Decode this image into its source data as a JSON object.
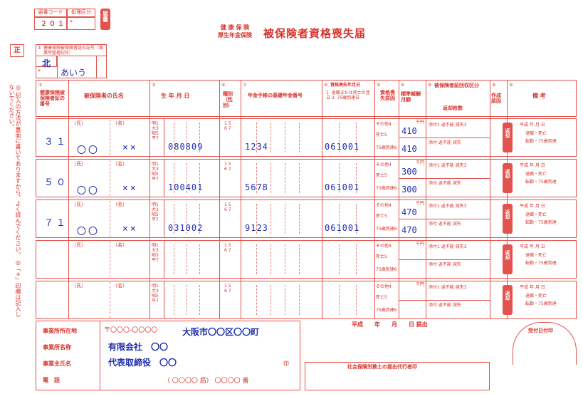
{
  "header": {
    "office_code_label": "届書コード",
    "process_label": "処理区分",
    "office_code_value": "２０１",
    "dot": "*",
    "stamp_label": "届書",
    "title_line1": "健 康 保 険",
    "title_line2": "厚生年金保険",
    "title_main": "被保険者資格喪失届",
    "correct_mark": "正"
  },
  "symbol_section": {
    "label": "健康保険被保険者証の記号（事業所整理記号）",
    "num": "①",
    "value_kanji": "北",
    "value_kana": "あいう",
    "asterisk": "*"
  },
  "columns": {
    "c2_num": "②",
    "c2_label": "健康保険被保険者証の番号",
    "c3_label": "被保険者の氏名",
    "c4_num": "③",
    "c4_label": "生 年 月 日",
    "c5_num": "④",
    "c5_label": "種別（性別）",
    "c6_num": "⑦",
    "c6_label": "年金手帳の基礎年金番号",
    "c7_num": "④",
    "c7_label": "資格喪失年月日",
    "c7_sub": "1. 退職または死亡の翌日 2. 75歳到達日",
    "c8_num": "⑤",
    "c8_label": "資格喪失原因",
    "c9_num": "⑥",
    "c9_label": "標準報酬月額",
    "c10_num": "⑧",
    "c10_label": "被保険者証回収区分",
    "c10_sub": "返却枚数",
    "c11_num": "⑨",
    "c11_label": "作成原因",
    "c12_num": "⑩",
    "c12_label": "備 考"
  },
  "row_labels": {
    "family": "（氏）",
    "given": "（名）",
    "era": "明1 大3 昭5 平7",
    "type": "1 5 6 7",
    "reason1": "その他4",
    "reason2": "死亡5",
    "reason3": "75歳到達6",
    "currency_k": "千円",
    "collect1": "添付1 返不能 減失3",
    "collect2": "添付 返不能 減失",
    "returned": "返却",
    "note_line1": "平成 年 月 日",
    "note_line2": "退職・死亡",
    "note_line3": "転勤・75歳到達"
  },
  "rows": [
    {
      "num": "３１",
      "family": "〇〇",
      "given": "××",
      "birth": "080809",
      "pension": "1234",
      "loss_date": "061001",
      "pay_top": "410",
      "pay_bottom": "410"
    },
    {
      "num": "５０",
      "family": "〇〇",
      "given": "××",
      "birth": "100401",
      "pension": "5678",
      "loss_date": "061001",
      "pay_top": "300",
      "pay_bottom": "300"
    },
    {
      "num": "７１",
      "family": "〇〇",
      "given": "××",
      "birth": "031002",
      "pension": "9123",
      "loss_date": "061001",
      "pay_top": "470",
      "pay_bottom": "470"
    },
    {
      "num": "",
      "family": "",
      "given": "",
      "birth": "",
      "pension": "",
      "loss_date": "",
      "pay_top": "",
      "pay_bottom": ""
    },
    {
      "num": "",
      "family": "",
      "given": "",
      "birth": "",
      "pension": "",
      "loss_date": "",
      "pay_top": "",
      "pay_bottom": ""
    }
  ],
  "side_note": "◎ 記入の方法が裏面に書いてありますから、よく読んでください。 ◎「＊」印欄は記入しないでください。",
  "footer": {
    "address_label": "事業所所在地",
    "name_label": "事業所名称",
    "owner_label": "事業主氏名",
    "phone_label": "電　話",
    "postal": "〒〇〇〇-〇〇〇〇",
    "address": "大阪市〇〇区〇〇町",
    "company": "有限会社　〇〇",
    "owner": "代表取締役　〇〇",
    "phone": "（ 〇〇〇〇 局） 〇〇〇〇 番",
    "seal": "印",
    "date_label": "平成　　年　　月　　日 提出",
    "received_label": "受付日付印",
    "agent_label": "社会保険労務士の提出代行者印"
  }
}
